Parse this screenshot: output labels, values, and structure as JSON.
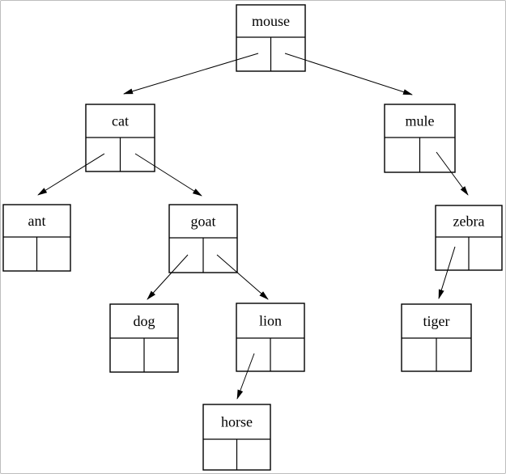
{
  "diagram": {
    "type": "binary-tree",
    "root": "mouse",
    "colors": {
      "stroke": "#000000",
      "background": "#ffffff",
      "page_border": "#bdbdbd",
      "text": "#000000"
    },
    "nodes": [
      {
        "id": "mouse",
        "label": "mouse"
      },
      {
        "id": "cat",
        "label": "cat"
      },
      {
        "id": "mule",
        "label": "mule"
      },
      {
        "id": "ant",
        "label": "ant"
      },
      {
        "id": "goat",
        "label": "goat"
      },
      {
        "id": "zebra",
        "label": "zebra"
      },
      {
        "id": "dog",
        "label": "dog"
      },
      {
        "id": "lion",
        "label": "lion"
      },
      {
        "id": "tiger",
        "label": "tiger"
      },
      {
        "id": "horse",
        "label": "horse"
      }
    ],
    "edges": [
      {
        "from": "mouse",
        "slot": "left",
        "to": "cat"
      },
      {
        "from": "mouse",
        "slot": "right",
        "to": "mule"
      },
      {
        "from": "cat",
        "slot": "left",
        "to": "ant"
      },
      {
        "from": "cat",
        "slot": "right",
        "to": "goat"
      },
      {
        "from": "goat",
        "slot": "left",
        "to": "dog"
      },
      {
        "from": "goat",
        "slot": "right",
        "to": "lion"
      },
      {
        "from": "lion",
        "slot": "left",
        "to": "horse"
      },
      {
        "from": "mule",
        "slot": "right",
        "to": "zebra"
      },
      {
        "from": "zebra",
        "slot": "left",
        "to": "tiger"
      }
    ]
  }
}
